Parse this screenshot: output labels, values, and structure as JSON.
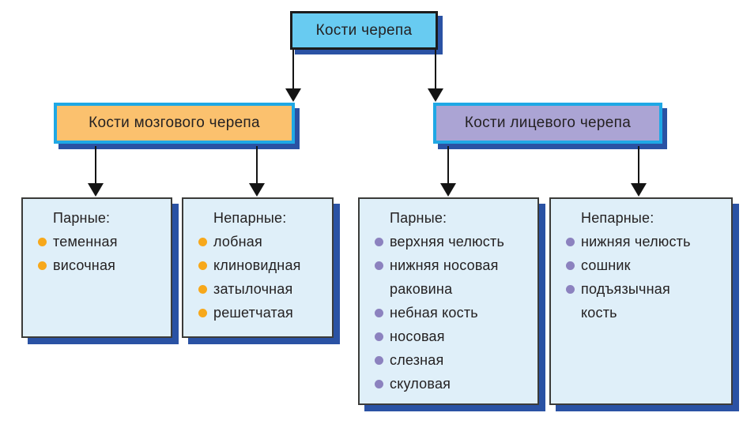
{
  "colors": {
    "root_fill": "#68CBF1",
    "brain_branch_fill": "#FBC16E",
    "facial_branch_fill": "#ABA4D4",
    "branch_border_cyan": "#1FA8E5",
    "leaf_fill": "#DFEFF9",
    "drop_shadow_blue": "#2A52A4",
    "orange_bullet": "#F7A81B",
    "purple_bullet": "#8C82BF"
  },
  "diagram": {
    "root": {
      "label": "Кости черепа"
    },
    "branches": [
      {
        "label": "Кости мозгового черепа",
        "groups": [
          {
            "header": "Парные:",
            "items": [
              "теменная",
              "височная"
            ]
          },
          {
            "header": "Непарные:",
            "items": [
              "лобная",
              "клиновидная",
              "затылочная",
              "решетчатая"
            ]
          }
        ]
      },
      {
        "label": "Кости лицевого черепа",
        "groups": [
          {
            "header": "Парные:",
            "items": [
              "верхняя челюсть",
              "нижняя носовая\nраковина",
              "небная кость",
              "носовая",
              "слезная",
              "скуловая"
            ]
          },
          {
            "header": "Непарные:",
            "items": [
              "нижняя челюсть",
              "сошник",
              "подъязычная\nкость"
            ]
          }
        ]
      }
    ]
  }
}
